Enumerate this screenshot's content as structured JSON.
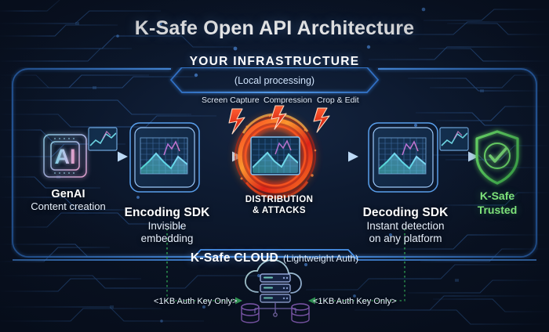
{
  "title": "K-Safe Open API Architecture",
  "infrastructure": {
    "badge": "YOUR INFRASTRUCTURE",
    "subtitle": "(Local processing)"
  },
  "cloud": {
    "badge": "K-Safe CLOUD",
    "badge_note": "(Lightweight Auth)",
    "left_key_label": "<1KB Auth Key Only>",
    "right_key_label": "<1KB Auth Key Only>",
    "icon": "cloud-server-icon"
  },
  "pipeline": [
    {
      "id": "genai",
      "icon": "ai-chip-icon",
      "icon_text": "AI",
      "title": "GenAI",
      "subtitle": "Content creation"
    },
    {
      "id": "encoding",
      "icon": "waveform-panel-icon",
      "title": "Encoding SDK",
      "subtitle": "Invisible embedding"
    },
    {
      "id": "distribution",
      "icon": "attack-ring-icon",
      "title": "DISTRIBUTION",
      "subtitle": "& ATTACKS"
    },
    {
      "id": "decoding",
      "icon": "waveform-panel-icon",
      "title": "Decoding SDK",
      "subtitle_line1": "Instant detection",
      "subtitle_line2": "on any platform"
    },
    {
      "id": "trusted",
      "icon": "shield-check-icon",
      "title": "K-Safe",
      "subtitle": "Trusted"
    }
  ],
  "attacks": [
    {
      "label": "Screen Capture"
    },
    {
      "label": "Compression"
    },
    {
      "label": "Crop & Edit"
    }
  ],
  "colors": {
    "background": "#0a1222",
    "accent_blue": "#3d8ff0",
    "frame_blue": "#4f9dfa",
    "title_white": "#ffffff",
    "attack_red": "#e4312a",
    "attack_orange": "#ff8c26",
    "trusted_green": "#7ee27a",
    "auth_green": "#3ec46a",
    "db_purple": "#9b6fd6",
    "arrow_blue": "#a8cdf0"
  }
}
